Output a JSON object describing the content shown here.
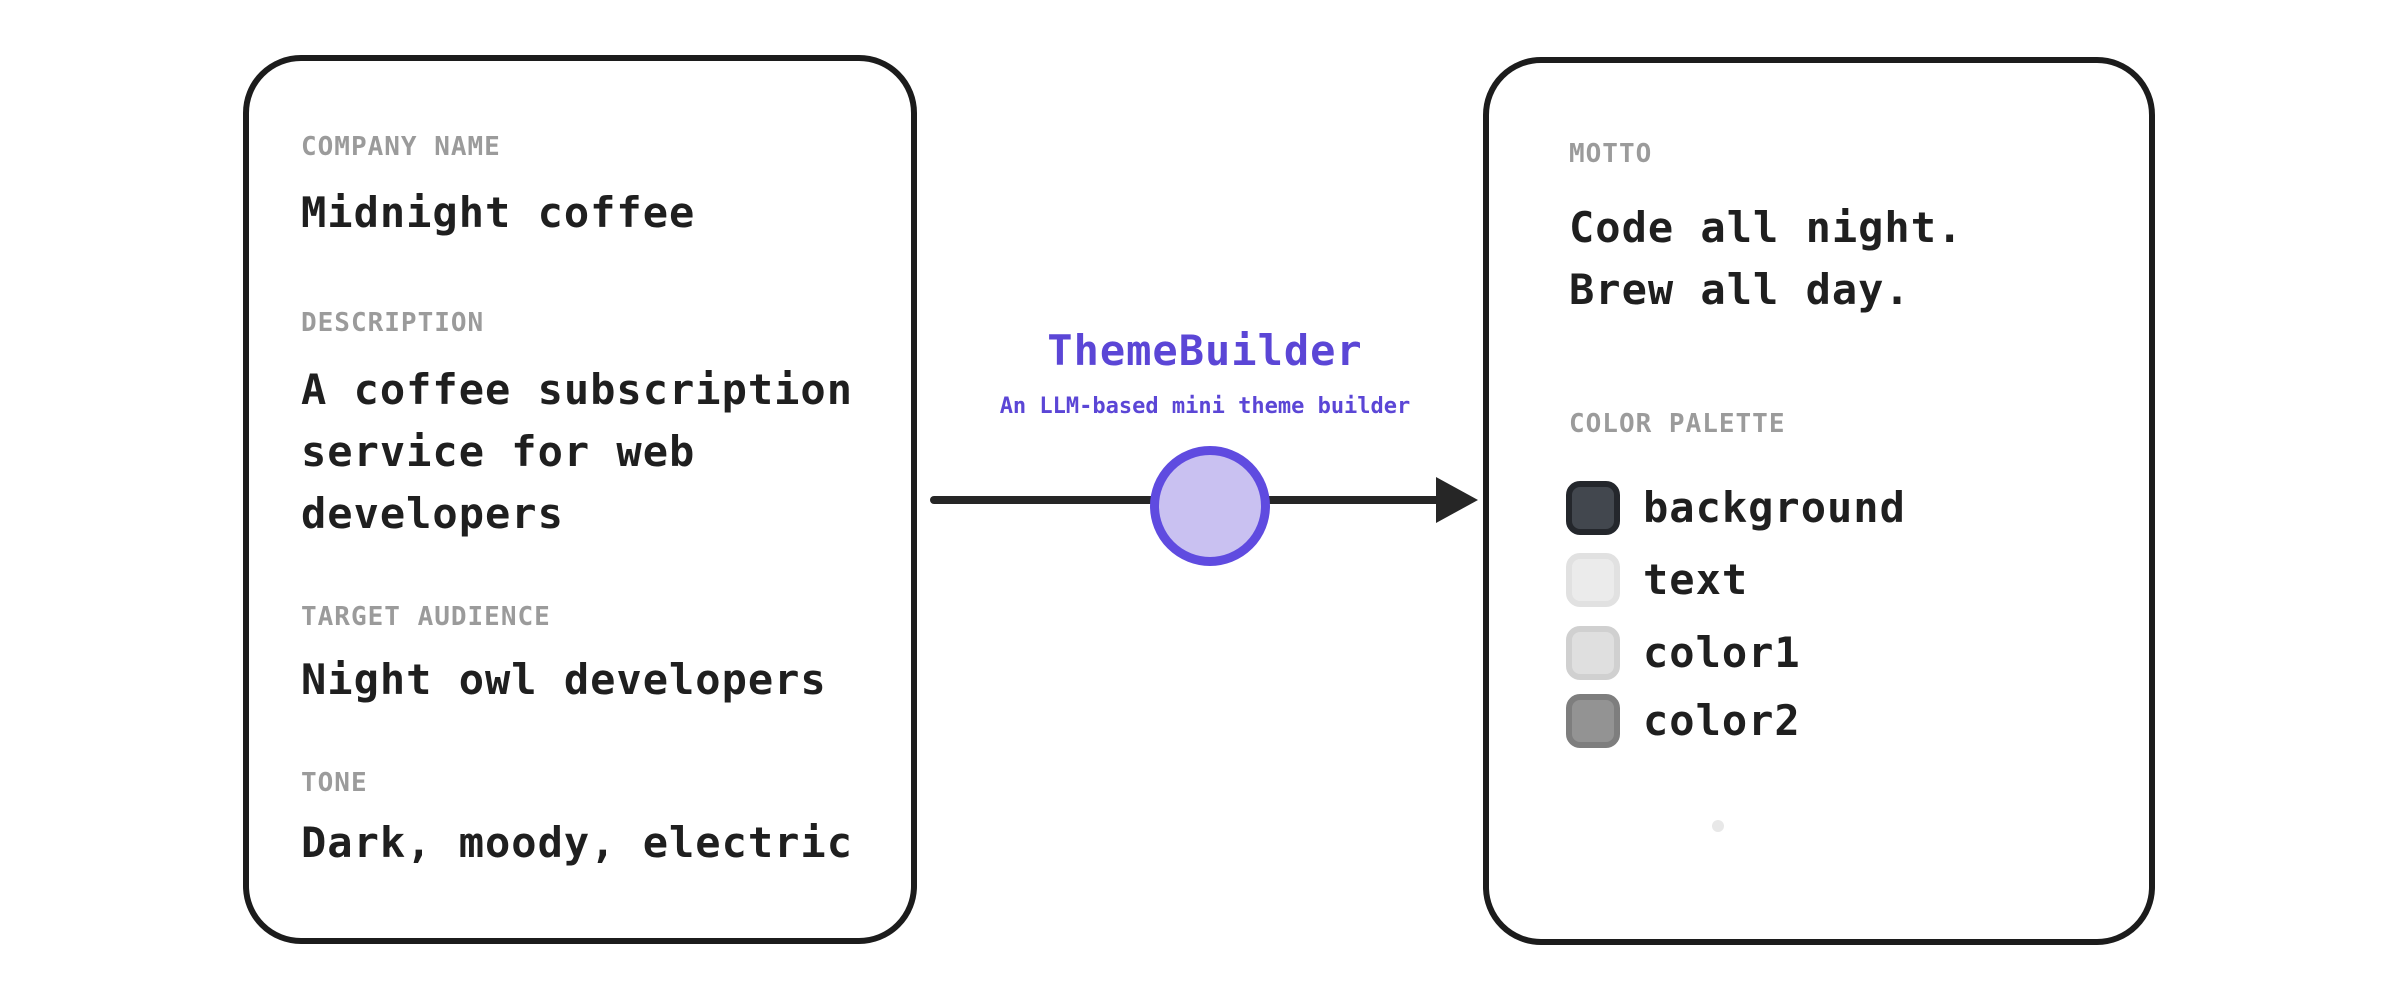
{
  "canvas": {
    "background": "#ffffff",
    "card_border_color": "#1c1c1c"
  },
  "input_card": {
    "fields": [
      {
        "label": "COMPANY NAME",
        "value": "Midnight coffee"
      },
      {
        "label": "DESCRIPTION",
        "value": "A coffee subscription service for web developers"
      },
      {
        "label": "TARGET AUDIENCE",
        "value": "Night owl developers"
      },
      {
        "label": "TONE",
        "value": "Dark, moody, electric"
      }
    ]
  },
  "builder": {
    "title": "ThemeBuilder",
    "subtitle": "An LLM-based mini theme builder",
    "accent_color": "#5b46d6",
    "node_fill": "#c9c1f1",
    "node_border": "#5f4be0",
    "arrow_color": "#262626"
  },
  "output_card": {
    "motto_label": "MOTTO",
    "motto_lines": [
      "Code all night.",
      "Brew all day."
    ],
    "palette_label": "COLOR PALETTE",
    "palette": [
      {
        "name": "background",
        "fill": "#42474e",
        "border": "#24272c"
      },
      {
        "name": "text",
        "fill": "#ebebeb",
        "border": "#e1e1e1"
      },
      {
        "name": "color1",
        "fill": "#dfdfdf",
        "border": "#d0d0d0"
      },
      {
        "name": "color2",
        "fill": "#939393",
        "border": "#7e7e7e"
      }
    ]
  }
}
